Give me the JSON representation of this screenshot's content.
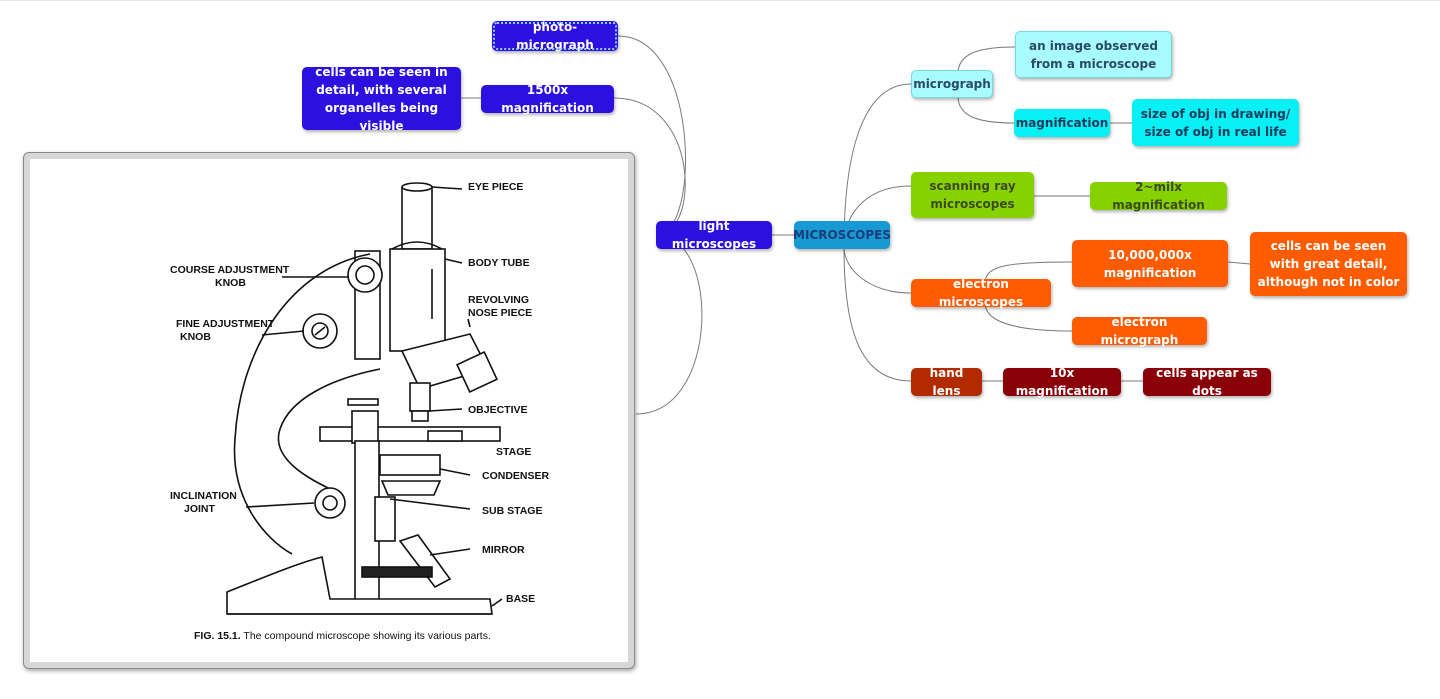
{
  "root": "MICROSCOPES",
  "left_branch": {
    "label": "light microscopes",
    "children": [
      {
        "label": "photo-micrograph"
      },
      {
        "label": "1500x magnification",
        "note": "cells can be seen in detail, with several organelles being visible"
      }
    ]
  },
  "right_branches": [
    {
      "label": "micrograph",
      "children": [
        "an image observed from a microscope",
        "magnification"
      ],
      "grandchild": "size of obj in drawing/ size of obj in real life"
    },
    {
      "label": "scanning ray microscopes",
      "children": [
        "2~milx magnification"
      ]
    },
    {
      "label": "electron microscopes",
      "children": [
        "10,000,000x magnification",
        "electron micrograph"
      ],
      "grandchild": "cells can be seen with great detail, although not in color"
    },
    {
      "label": "hand lens",
      "children": [
        "10x magnification"
      ],
      "grandchild": "cells appear as dots"
    }
  ],
  "image": {
    "labels": {
      "eye_piece": "EYE PIECE",
      "body_tube": "BODY TUBE",
      "course_adj_1": "COURSE ADJUSTMENT",
      "course_adj_2": "KNOB",
      "revolving_1": "REVOLVING",
      "revolving_2": "NOSE PIECE",
      "fine_adj_1": "FINE ADJUSTMENT",
      "fine_adj_2": "KNOB",
      "objective": "OBJECTIVE",
      "stage": "STAGE",
      "condenser": "CONDENSER",
      "inclination_1": "INCLINATION",
      "inclination_2": "JOINT",
      "sub_stage": "SUB STAGE",
      "mirror": "MIRROR",
      "base": "BASE"
    },
    "caption_bold": "FIG. 15.1.",
    "caption_rest": " The compound microscope showing its various parts."
  },
  "colors": {
    "blue": "#2b10e0",
    "center": "#1799d4",
    "light_cyan": "#a8fbff",
    "cyan": "#06f0f6",
    "green": "#86d100",
    "orange": "#ff5b00",
    "dark_red": "#8a0008",
    "rust": "#b12a00"
  }
}
